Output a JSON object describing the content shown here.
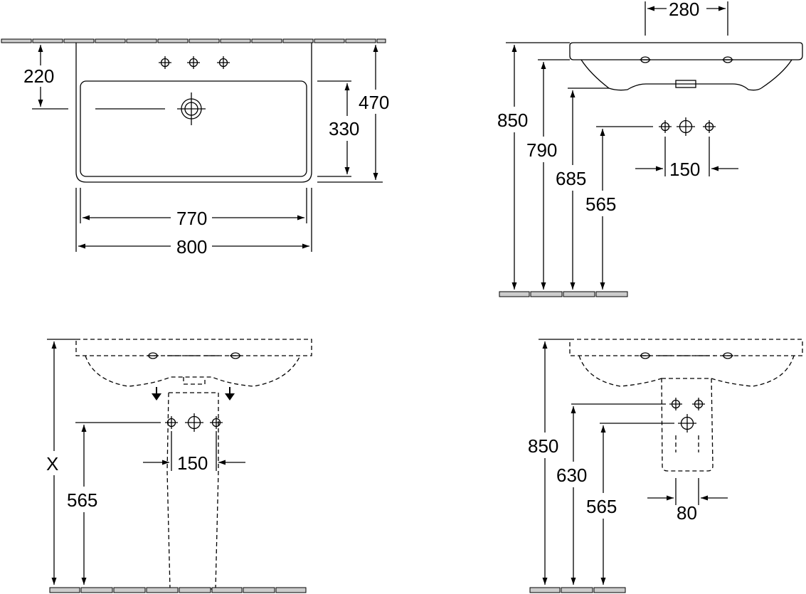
{
  "views": {
    "top": {
      "dim_220": "220",
      "dim_330": "330",
      "dim_470": "470",
      "dim_770": "770",
      "dim_800": "800"
    },
    "side": {
      "dim_280": "280",
      "dim_850": "850",
      "dim_790": "790",
      "dim_685": "685",
      "dim_565": "565",
      "dim_150": "150"
    },
    "pedestal": {
      "dim_x": "X",
      "dim_565": "565",
      "dim_150": "150"
    },
    "semi_pedestal": {
      "dim_850": "850",
      "dim_630": "630",
      "dim_565": "565",
      "dim_80": "80"
    }
  }
}
